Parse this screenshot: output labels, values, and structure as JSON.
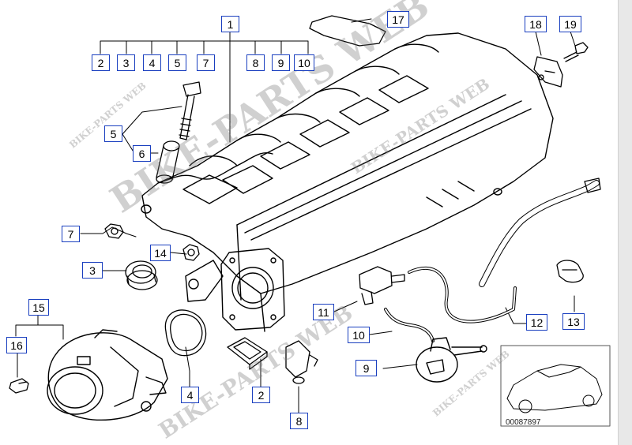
{
  "diagram": {
    "reference_number": "00087897",
    "watermarks": [
      "BIKE-PARTS WEB",
      "BIKE-PARTS WEB",
      "BIKE-PARTS WEB",
      "BIKE-PARTS WEB",
      "BIKE-PARTS WEB"
    ],
    "callouts": [
      "1",
      "2",
      "3",
      "4",
      "5",
      "7",
      "8",
      "9",
      "10",
      "5",
      "6",
      "7",
      "3",
      "14",
      "15",
      "16",
      "17",
      "18",
      "19",
      "11",
      "10",
      "12",
      "13",
      "9",
      "4",
      "2",
      "8"
    ]
  },
  "colors": {
    "callout_border": "#1a3fbf",
    "line": "#000000",
    "watermark": "#787878"
  }
}
